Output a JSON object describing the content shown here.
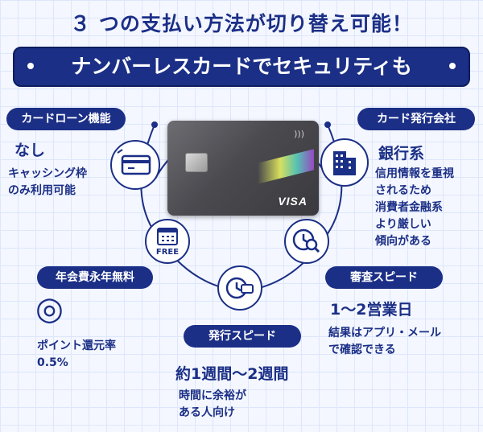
{
  "headline": "３ つの支払い方法が切り替え可能！",
  "banner": "ナンバーレスカードでセキュリティも",
  "card": {
    "brand": "VISA",
    "nfc_symbol": ")))"
  },
  "loan": {
    "tag": "カードローン機能",
    "value": "なし",
    "note": [
      "キャッシング枠",
      "のみ利用可能"
    ]
  },
  "issuer": {
    "tag": "カード発行会社",
    "value": "銀行系",
    "note": [
      "信用情報を重視",
      "されるため",
      "消費者金融系",
      "より厳しい",
      "傾向がある"
    ]
  },
  "annual_fee": {
    "tag": "年会費永年無料",
    "icon_text": "FREE",
    "symbol": "◎",
    "note": [
      "ポイント還元率",
      "0.5%"
    ]
  },
  "issue_speed": {
    "tag": "発行スピード",
    "value": "約1週間〜2週間",
    "note": [
      "時間に余裕が",
      "ある人向け"
    ]
  },
  "review_speed": {
    "tag": "審査スピード",
    "value": "1〜2営業日",
    "note": [
      "結果はアプリ・メール",
      "で確認できる"
    ]
  },
  "colors": {
    "navy": "#1b2f86",
    "bg": "#f4f7ff"
  }
}
